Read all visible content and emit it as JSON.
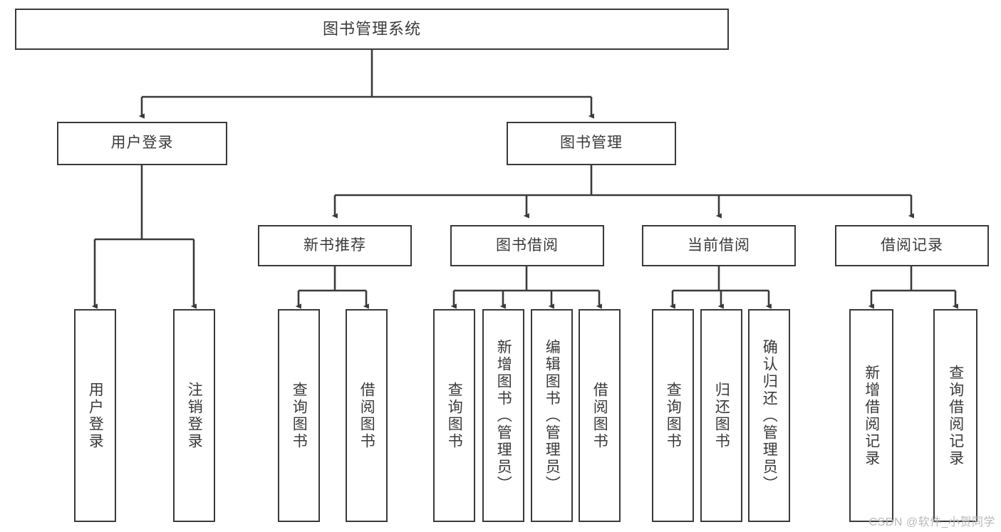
{
  "diagram": {
    "type": "tree-hierarchy",
    "title": "图书管理系统",
    "watermark": "CSDN @软件_小贺同学",
    "colors": {
      "box_stroke": "#3a3a3a",
      "box_fill": "#ffffff",
      "edge": "#3a3a3a",
      "text": "#3a3a3a",
      "watermark": "#b9b9b9",
      "background": "#ffffff"
    },
    "nodes": {
      "root": {
        "label": "图书管理系统"
      },
      "level2": [
        {
          "id": "user-login",
          "label": "用户登录"
        },
        {
          "id": "book-manage",
          "label": "图书管理"
        }
      ],
      "level3": [
        {
          "id": "new-book-recommend",
          "label": "新书推荐"
        },
        {
          "id": "book-borrow",
          "label": "图书借阅"
        },
        {
          "id": "current-borrow",
          "label": "当前借阅"
        },
        {
          "id": "borrow-record",
          "label": "借阅记录"
        }
      ],
      "leaves": [
        {
          "id": "leaf-user-login",
          "label": "用户登录",
          "parent": "user-login"
        },
        {
          "id": "leaf-logout-login",
          "label": "注销登录",
          "parent": "user-login"
        },
        {
          "id": "leaf-query-book-1",
          "label": "查询图书",
          "parent": "new-book-recommend"
        },
        {
          "id": "leaf-borrow-book-1",
          "label": "借阅图书",
          "parent": "new-book-recommend"
        },
        {
          "id": "leaf-query-book-2",
          "label": "查询图书",
          "parent": "book-borrow"
        },
        {
          "id": "leaf-add-book",
          "label": "新增图书（管理员）",
          "parent": "book-borrow"
        },
        {
          "id": "leaf-edit-book",
          "label": "编辑图书（管理员）",
          "parent": "book-borrow"
        },
        {
          "id": "leaf-borrow-book-2",
          "label": "借阅图书",
          "parent": "book-borrow"
        },
        {
          "id": "leaf-query-book-3",
          "label": "查询图书",
          "parent": "current-borrow"
        },
        {
          "id": "leaf-return-book",
          "label": "归还图书",
          "parent": "current-borrow"
        },
        {
          "id": "leaf-confirm-return",
          "label": "确认归还（管理员）",
          "parent": "current-borrow"
        },
        {
          "id": "leaf-add-record",
          "label": "新增借阅记录",
          "parent": "borrow-record"
        },
        {
          "id": "leaf-query-record",
          "label": "查询借阅记录",
          "parent": "borrow-record"
        }
      ]
    }
  }
}
